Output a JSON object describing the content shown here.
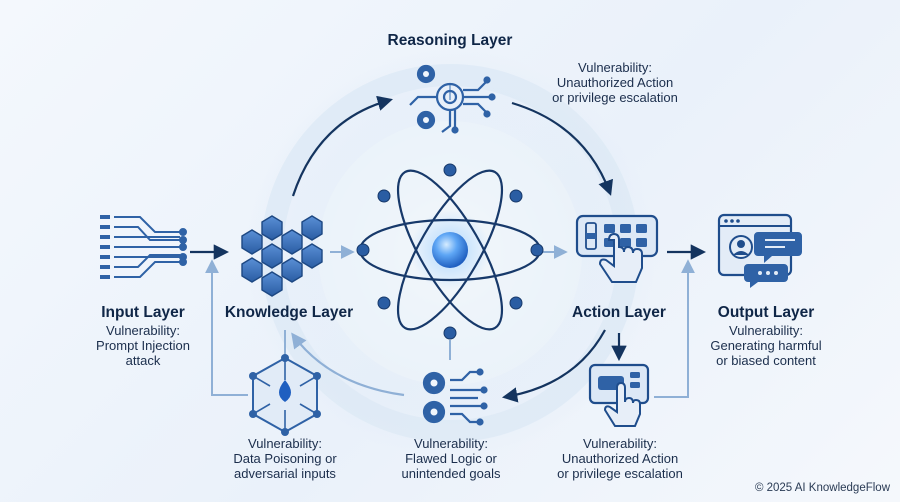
{
  "layers": {
    "input": {
      "title": "Input Layer",
      "vulnerability": [
        "Vulnerability:",
        "Prompt Injection",
        "attack"
      ]
    },
    "knowledge": {
      "title": "Knowledge Layer"
    },
    "reasoning": {
      "title": "Reasoning Layer"
    },
    "action": {
      "title": "Action Layer"
    },
    "output": {
      "title": "Output Layer",
      "vulnerability": [
        "Vulnerability:",
        "Generating harmful",
        "or biased content"
      ]
    }
  },
  "vulnerabilities": {
    "reasoning_top": [
      "Vulnerability:",
      "Unauthorized Action",
      "or privilege escalation"
    ],
    "knowledge_bottom": [
      "Vulnerability:",
      "Data Poisoning or",
      "adversarial inputs"
    ],
    "reasoning_bottom": [
      "Vulnerability:",
      "Flawed Logic or",
      "unintended goals"
    ],
    "action_bottom": [
      "Vulnerability:",
      "Unauthorized Action",
      "or privilege escalation"
    ]
  },
  "footer": {
    "copyright": "© 2025 AI KnowledgeFlow"
  },
  "icons": [
    "data-stream-icon",
    "cube-network-icon",
    "gear-circuit-icon",
    "atom-icon",
    "control-panel-hand-icon",
    "chat-screen-icon",
    "poisoned-network-icon",
    "touch-panel-icon"
  ],
  "colors": {
    "primary": "#2f62a6",
    "dark": "#163a6b",
    "light": "#dde9f6",
    "glow": "#4c8fe6"
  }
}
